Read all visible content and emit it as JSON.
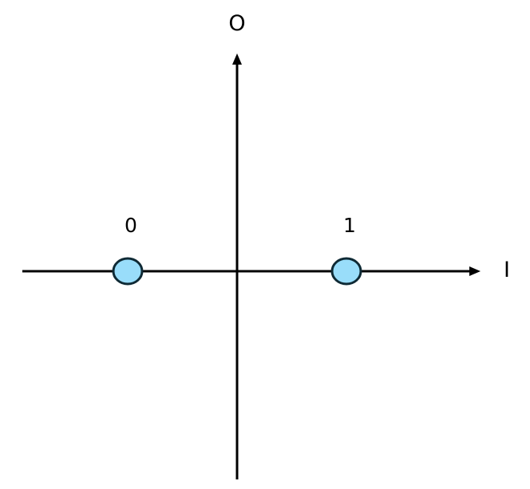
{
  "axes": {
    "horizontal_label": "I",
    "vertical_label": "O"
  },
  "points": [
    {
      "label": "0",
      "i": -1,
      "q": 0
    },
    {
      "label": "1",
      "i": 1,
      "q": 0
    }
  ],
  "colors": {
    "axis": "#000000",
    "point_fill": "#99ddfa",
    "point_stroke": "#0f2a35"
  }
}
